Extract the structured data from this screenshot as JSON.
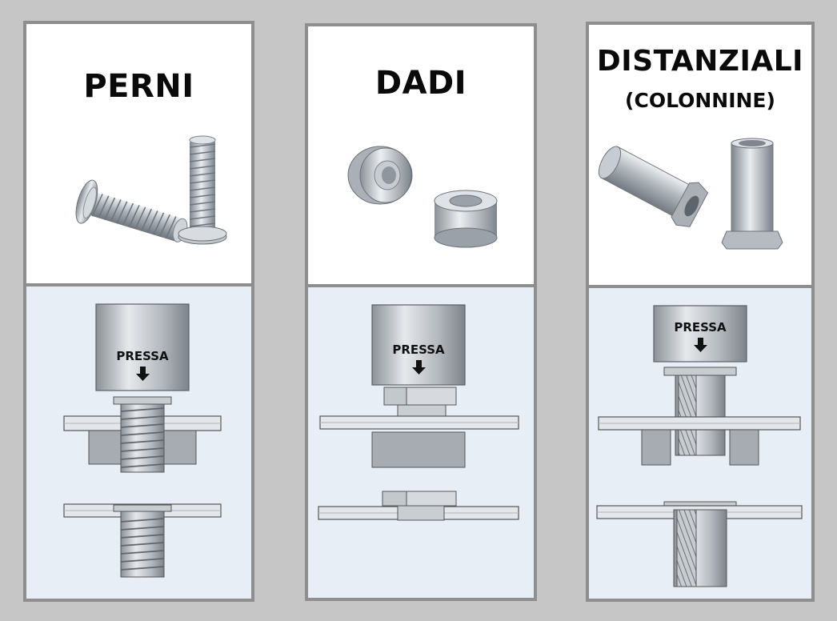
{
  "panels": [
    {
      "title": "PERNI",
      "subtitle": "",
      "press_label": "PRESSA"
    },
    {
      "title": "DADI",
      "subtitle": "",
      "press_label": "PRESSA"
    },
    {
      "title": "DISTANZIALI",
      "subtitle": "(COLONNINE)",
      "press_label": "PRESSA"
    }
  ],
  "icons": {
    "press_arrow": "down-arrow-icon"
  },
  "colors": {
    "background": "#c6c6c6",
    "panel_border": "#8e8e8e",
    "diagram_background": "#e8eef6",
    "metal": "#b9bec4"
  }
}
